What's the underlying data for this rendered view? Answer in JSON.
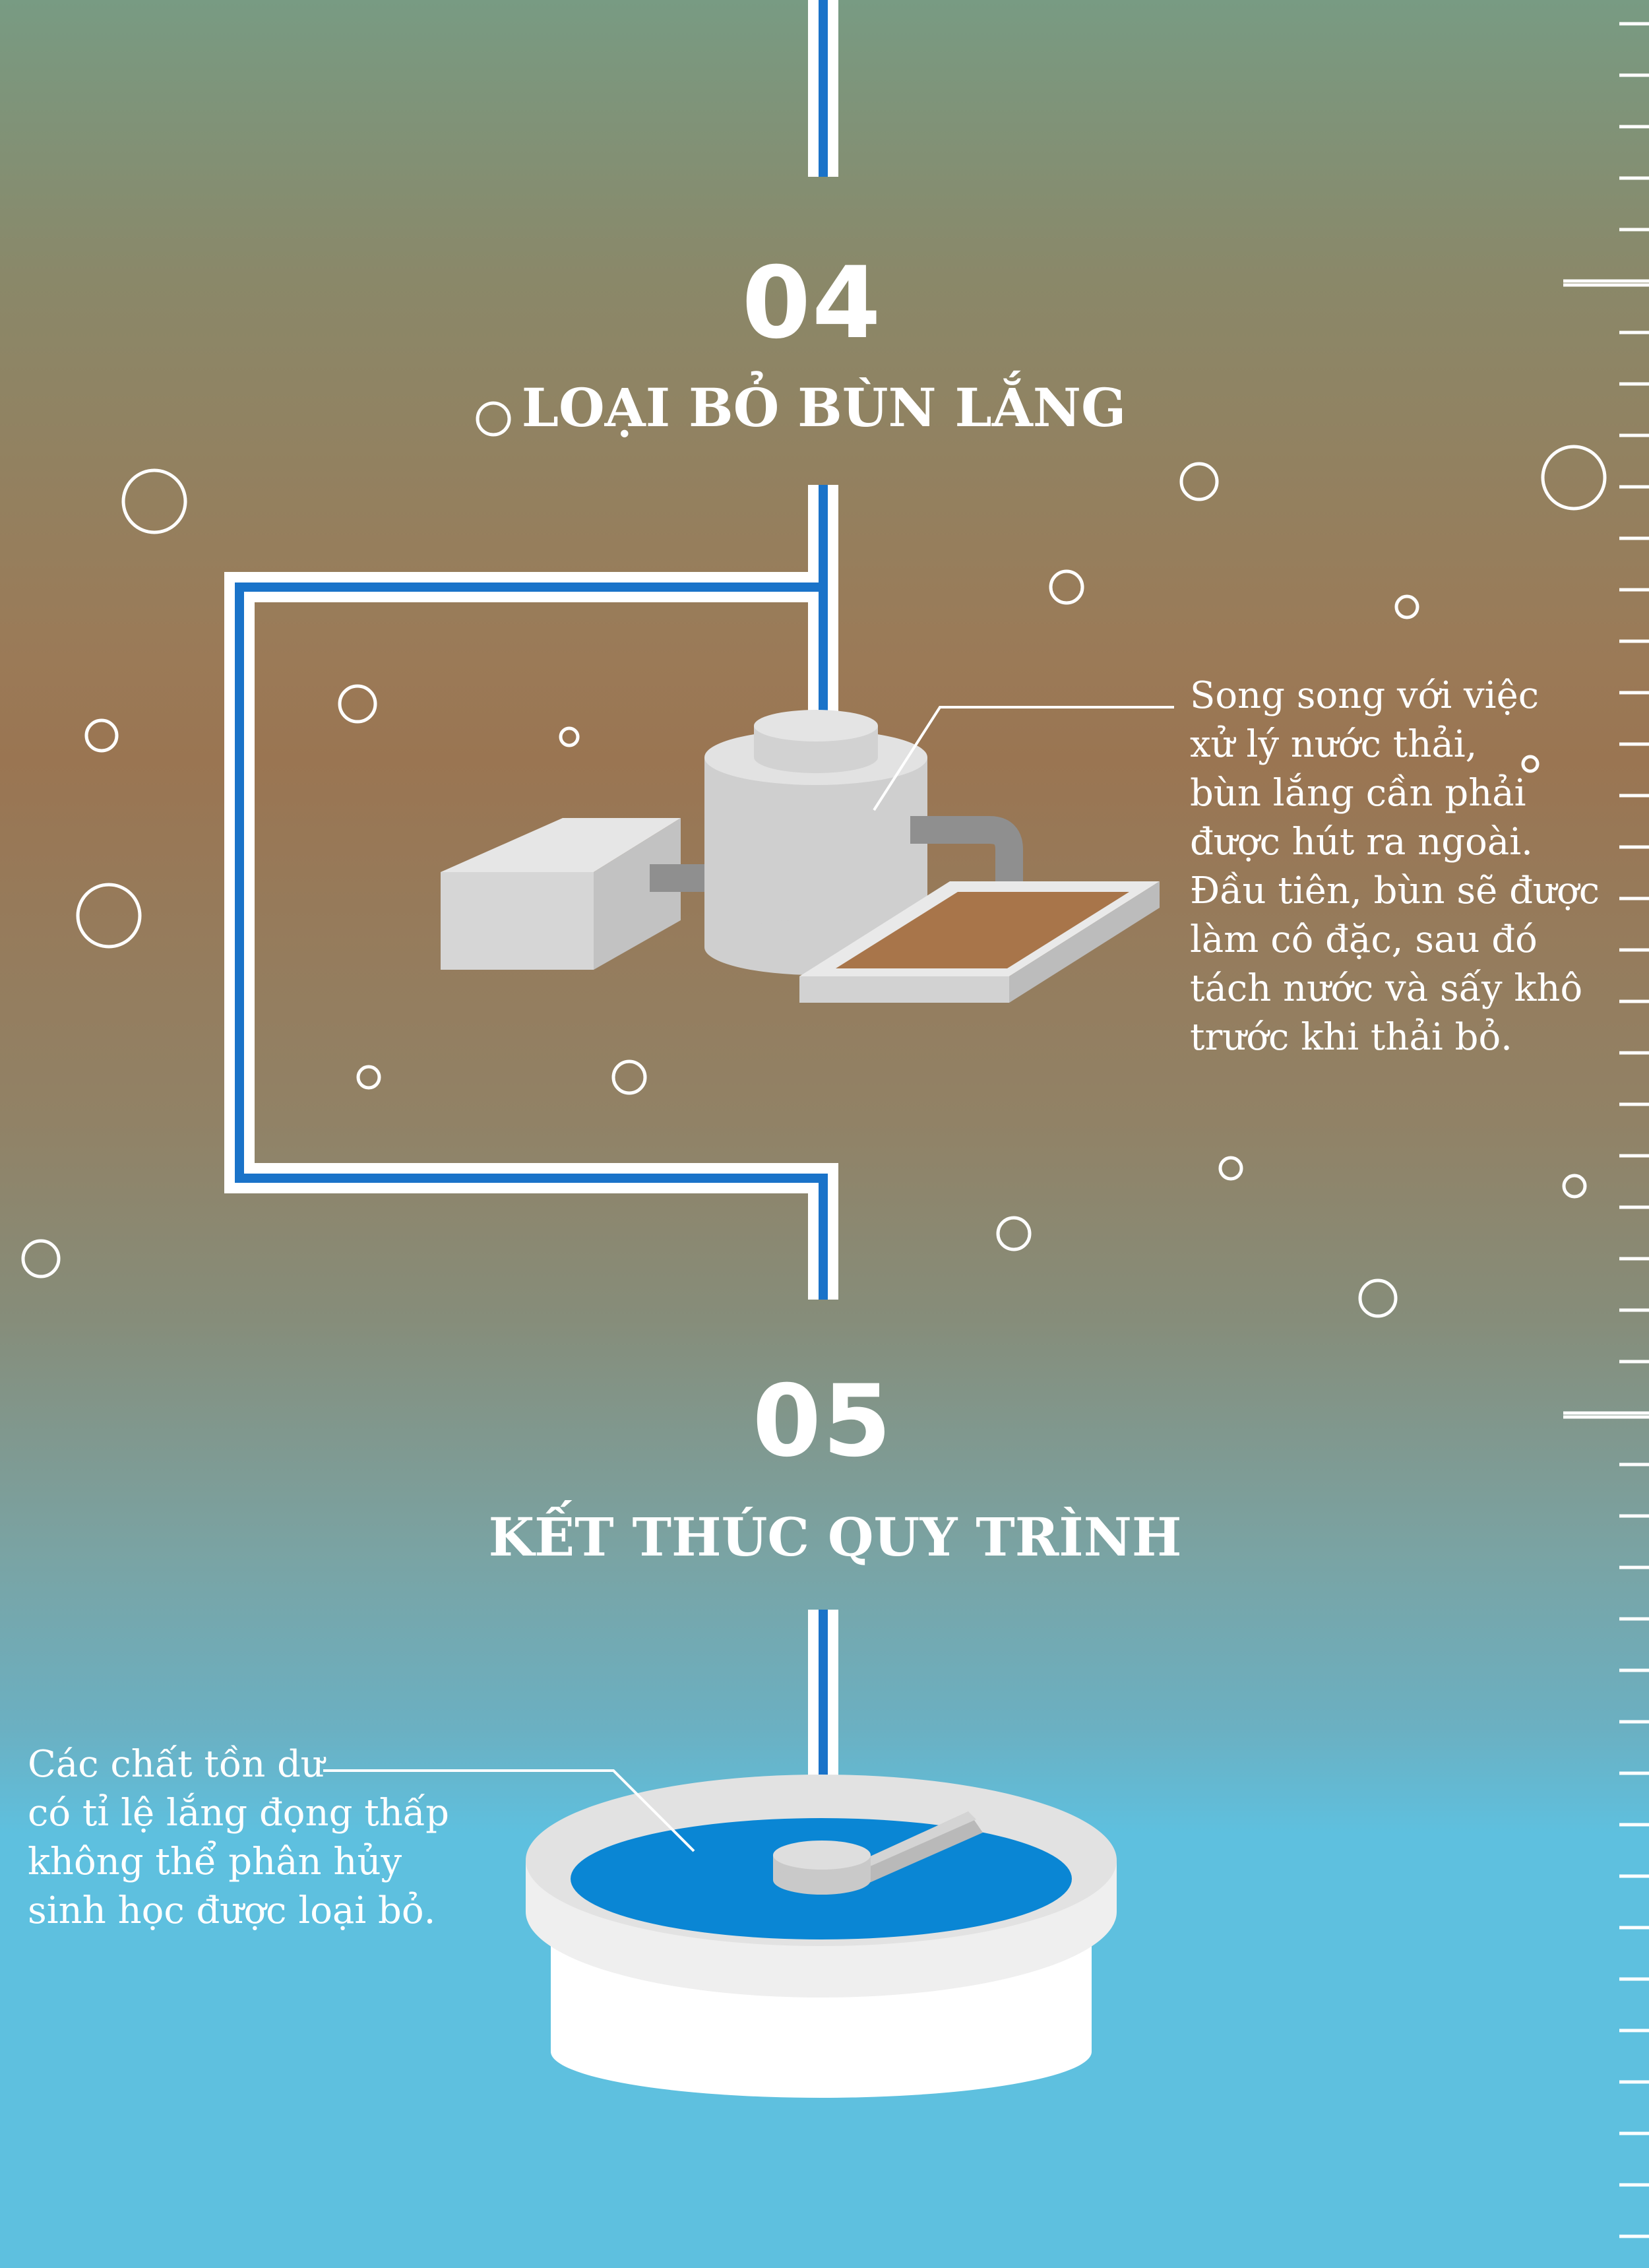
{
  "step4": {
    "number": "04",
    "title": "LOẠI BỎ BÙN LẮNG",
    "description_lines": [
      "Song song với việc",
      "xử lý nước thải,",
      "bùn lắng cần phải",
      "được hút ra ngoài.",
      "Đầu tiên, bùn sẽ được",
      "làm cô đặc, sau đó",
      "tách nước và sấy khô",
      "trước khi thải bỏ."
    ]
  },
  "step5": {
    "number": "05",
    "title": "KẾT THÚC QUY TRÌNH",
    "description_lines": [
      "Các chất tồn dư",
      "có tỉ lệ lắng đọng thấp",
      "không thể phân hủy",
      "sinh học được loại bỏ."
    ]
  },
  "colors": {
    "pipe_blue": "#1a73c9",
    "water_blue": "#0a86d4",
    "sludge_brown": "#a8754a",
    "machine_gray": "#d0d0d0",
    "sky_blue": "#5ec0df"
  }
}
